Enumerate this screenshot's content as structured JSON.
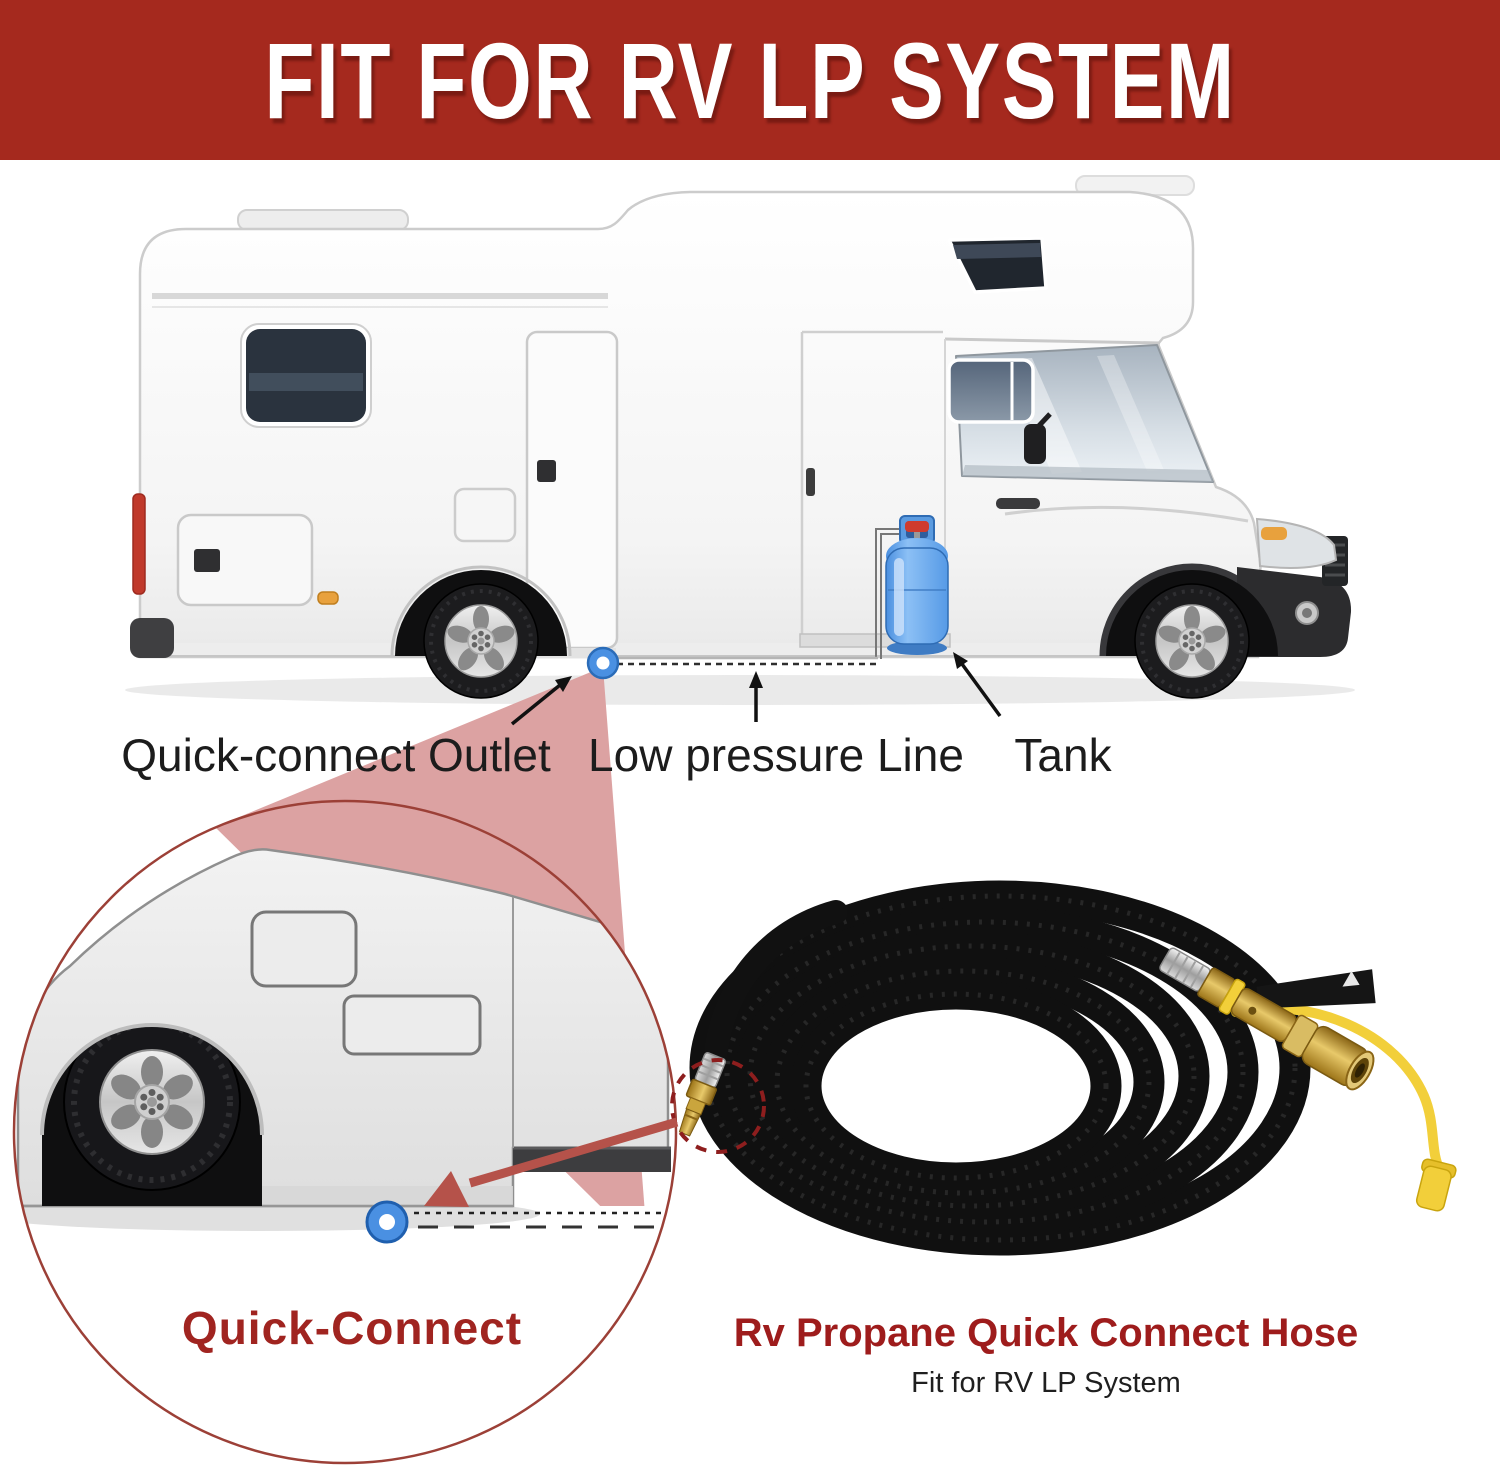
{
  "banner": {
    "text": "FIT FOR RV LP SYSTEM",
    "bg_color": "#a5291e",
    "text_color": "#ffffff"
  },
  "rv_diagram": {
    "labels": {
      "outlet": "Quick-connect Outlet",
      "line": "Low pressure Line",
      "tank": "Tank"
    }
  },
  "detail_view": {
    "caption": "Quick-Connect",
    "caption_color": "#a02420"
  },
  "product": {
    "name": "Rv Propane Quick Connect Hose",
    "tagline": "Fit for RV LP System",
    "name_color": "#9e1c1c"
  },
  "colors": {
    "banner_bg": "#a5291e",
    "accent_red": "#9e1c1c",
    "cone_pink": "#dca2a2",
    "outlet_blue": "#4a90e2",
    "tank_blue": "#6aa9ee",
    "brass": "#c19a3d",
    "chrome": "#c9c9c9",
    "hose_black": "#101010",
    "cap_yellow": "#f2cf3a"
  },
  "icons": {
    "outlet_marker": "quick-connect-outlet-ring",
    "magnifier_cone": "zoom-cone",
    "detail_circle": "zoom-circle"
  }
}
